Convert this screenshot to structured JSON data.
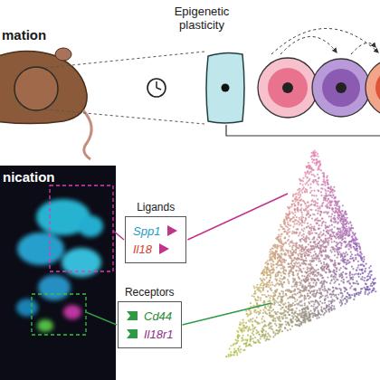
{
  "diagram": {
    "nodes": [
      {
        "text": [
          "Ligands",
          "Spp1",
          "Il18"
        ]
      },
      {
        "text": [
          "Receptors",
          "Cd44",
          "Il18r1"
        ]
      }
    ],
    "labels": [
      "mation",
      "Epigenetic plasticity",
      "nication"
    ]
  }
}
